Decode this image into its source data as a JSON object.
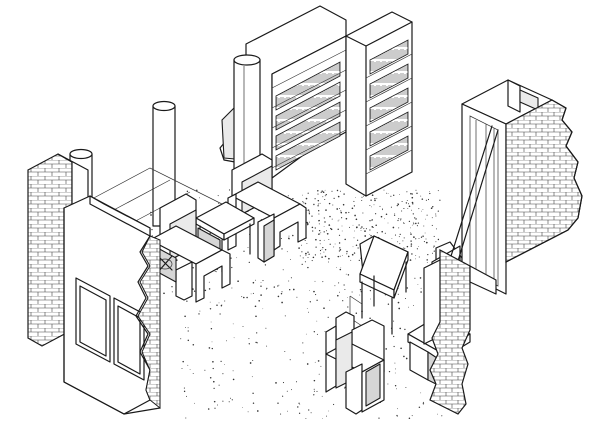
{
  "drawing": {
    "style": "isometric line drawing",
    "line_color": "#1a1a1a",
    "background": "#ffffff",
    "elements": [
      "left-brick-wall-with-windows",
      "left-chimney-stacks",
      "left-armchair",
      "side-table",
      "center-armchair",
      "rear-bookshelf-alcove",
      "center-chimney-stack",
      "coffee-table",
      "front-armchair",
      "right-bench",
      "right-brick-wall-with-stair"
    ]
  }
}
